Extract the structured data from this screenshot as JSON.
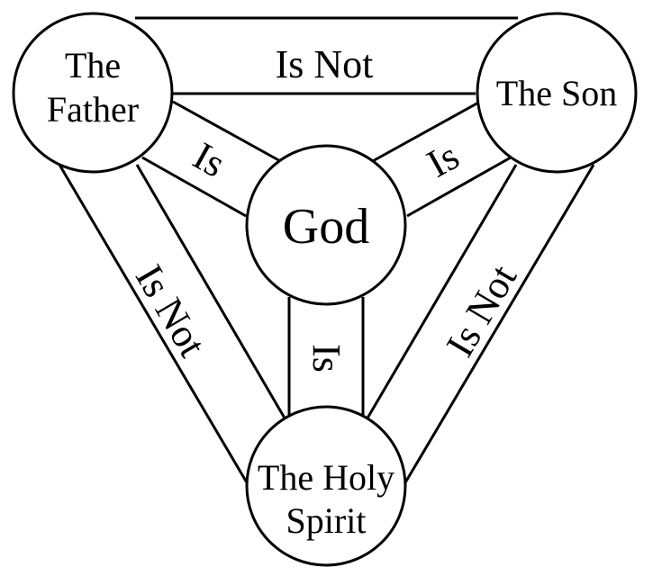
{
  "nodes": {
    "father": {
      "lines": [
        "The",
        "Father"
      ]
    },
    "son": {
      "lines": [
        "The Son"
      ]
    },
    "spirit": {
      "lines": [
        "The Holy",
        "Spirit"
      ]
    },
    "god": {
      "lines": [
        "God"
      ]
    }
  },
  "edges": {
    "father_son": "Is Not",
    "father_spirit": "Is Not",
    "son_spirit": "Is Not",
    "father_god": "Is",
    "son_god": "Is",
    "spirit_god": "Is"
  },
  "colors": {
    "stroke": "#000000",
    "background": "#ffffff"
  }
}
